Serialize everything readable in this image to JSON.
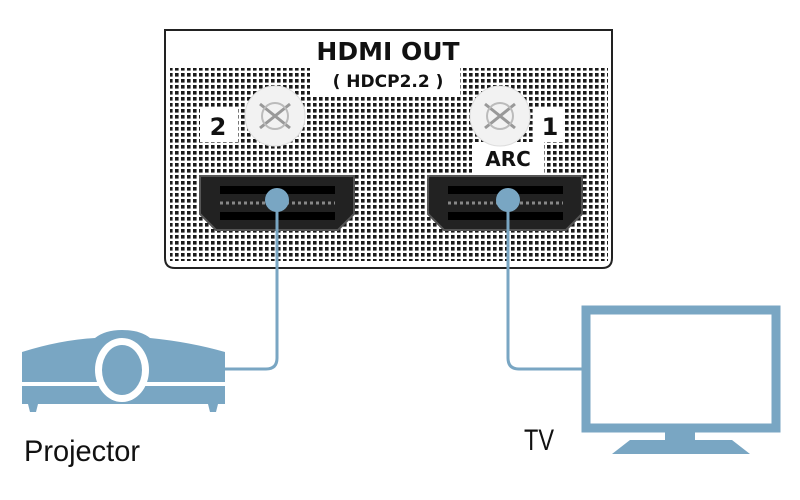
{
  "panel": {
    "title": "HDMI OUT",
    "subtitle": "( HDCP2.2 )",
    "ports": [
      {
        "number": "2",
        "tag": ""
      },
      {
        "number": "1",
        "tag": "ARC"
      }
    ]
  },
  "devices": {
    "projector_label": "Projector",
    "tv_label": "TV"
  },
  "colors": {
    "cable": "#79a6c3",
    "device": "#79a6c3",
    "panel_dots": "#1a1a1a"
  }
}
